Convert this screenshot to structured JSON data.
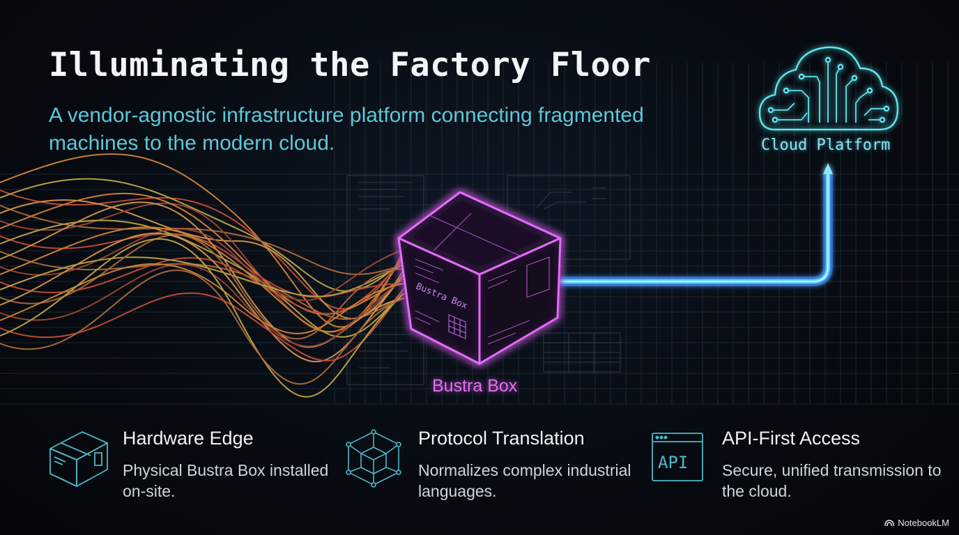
{
  "header": {
    "title": "Illuminating the Factory Floor",
    "subtitle": "A vendor-agnostic infrastructure platform connecting fragmented machines to the modern cloud."
  },
  "diagram": {
    "cloud_label": "Cloud Platform",
    "box_label": "Bustra Box",
    "box_face_text": "Bustra Box"
  },
  "features": [
    {
      "icon": "box-icon",
      "title": "Hardware Edge",
      "description": "Physical Bustra Box installed on-site."
    },
    {
      "icon": "cube-network-icon",
      "title": "Protocol Translation",
      "description": "Normalizes complex industrial languages."
    },
    {
      "icon": "api-window-icon",
      "title": "API-First Access",
      "description": "Secure, unified transmission to the cloud.",
      "icon_text": "API"
    }
  ],
  "watermark": "NotebookLM",
  "colors": {
    "background": "#070b11",
    "title": "#f2f5f8",
    "subtitle": "#5ec8d8",
    "cyan_glow": "#4fd8ff",
    "magenta_glow": "#e26bff",
    "wire_orange": "#e08a3a",
    "wire_red": "#d0503a",
    "wire_yellow": "#c8b048"
  }
}
